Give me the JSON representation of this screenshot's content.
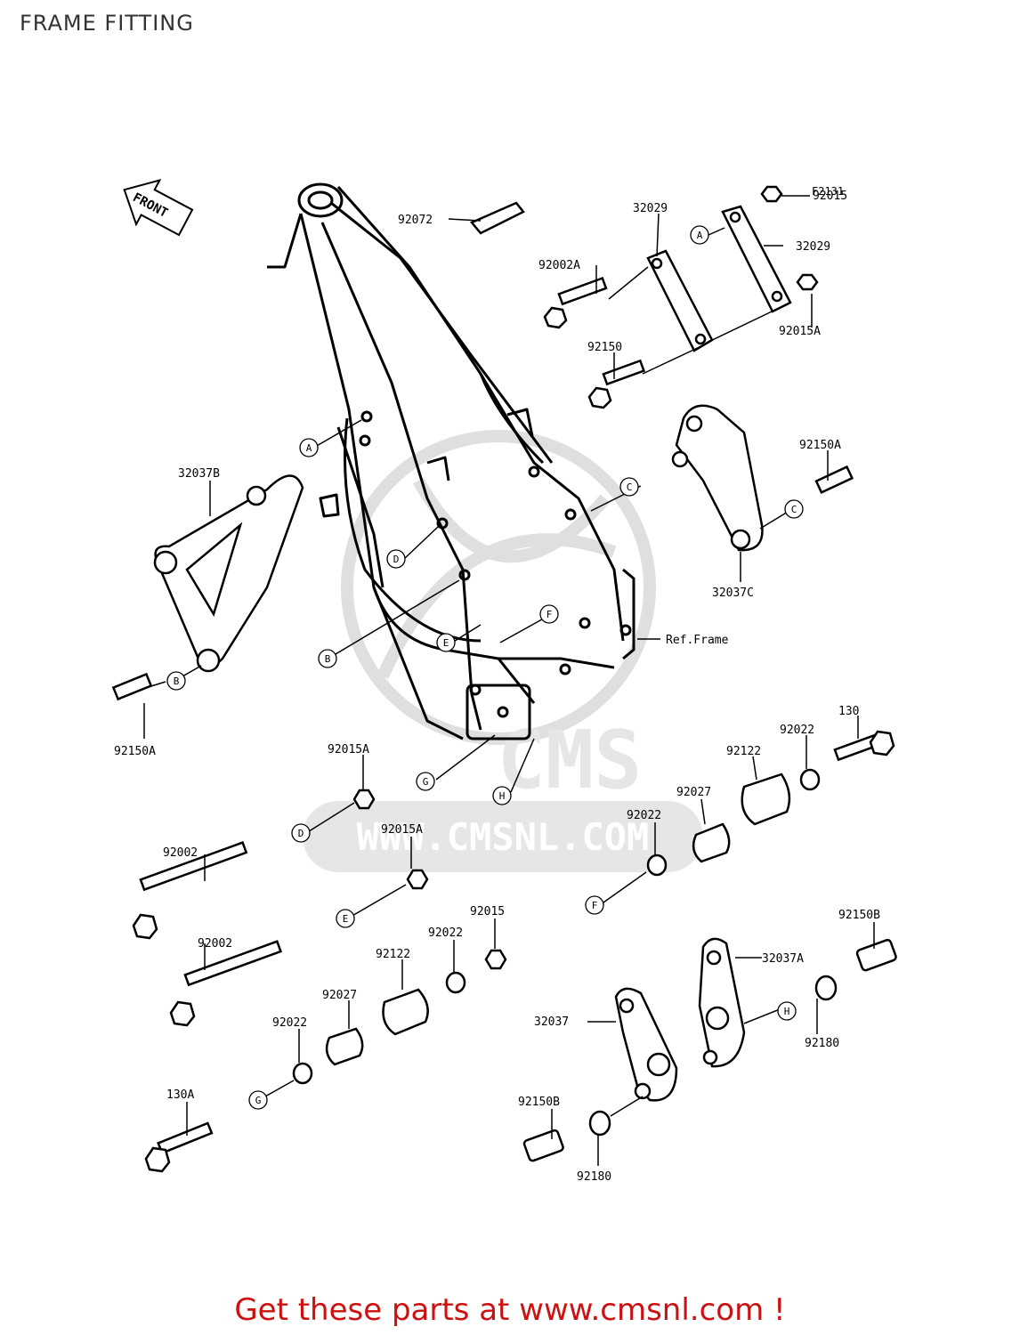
{
  "title": "FRAME FITTING",
  "figure_code": "F2131",
  "front_label": "FRONT",
  "ref_frame_label": "Ref.Frame",
  "watermark": "WWW.CMSNL.COM",
  "footer": "Get these parts at www.cmsnl.com !",
  "colors": {
    "line": "#000000",
    "footer": "#cc1111",
    "watermark": "#d8d8d8"
  },
  "callouts": {
    "p92072": "92072",
    "p32029_a": "32029",
    "p32029_b": "32029",
    "p92015_top": "92015",
    "p92002A": "92002A",
    "p92015A_top": "92015A",
    "p92150_top": "92150",
    "p32037B": "32037B",
    "p92150A_right": "92150A",
    "p32037C": "32037C",
    "p92150A_left": "92150A",
    "p92015A_mid": "92015A",
    "p130": "130",
    "p92022_r1": "92022",
    "p92122_r": "92122",
    "p92027_r": "92027",
    "p92022_r2": "92022",
    "p92002_a": "92002",
    "p92015A_low": "92015A",
    "p92015_low": "92015",
    "p92022_m1": "92022",
    "p92002_b": "92002",
    "p92122_m": "92122",
    "p92027_m": "92027",
    "p92022_m2": "92022",
    "p130A": "130A",
    "p92150B_r": "92150B",
    "p32037A": "32037A",
    "p32037": "32037",
    "p92180_r": "92180",
    "p92150B_l": "92150B",
    "p92180_l": "92180"
  },
  "markers": {
    "A1": "A",
    "A2": "A",
    "B1": "B",
    "B2": "B",
    "C1": "C",
    "C2": "C",
    "D1": "D",
    "D2": "D",
    "E1": "E",
    "E2": "E",
    "F1": "F",
    "F2": "F",
    "G1": "G",
    "G2": "G",
    "H1": "H",
    "H2": "H"
  }
}
